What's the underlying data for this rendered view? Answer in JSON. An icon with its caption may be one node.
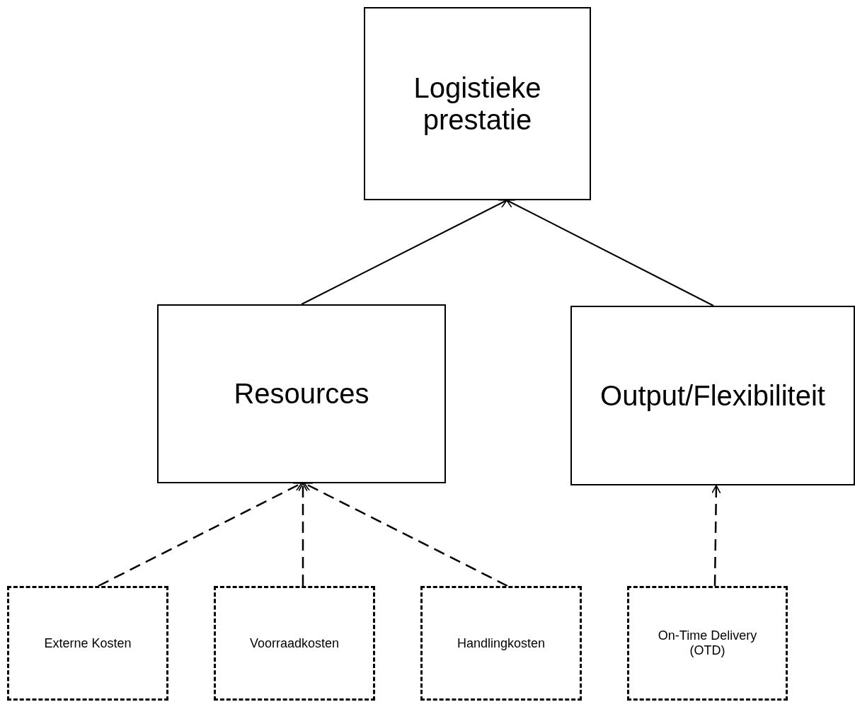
{
  "diagram": {
    "nodes": [
      {
        "text": [
          "Logistieke prestatie"
        ]
      },
      {
        "text": [
          "Resources"
        ]
      },
      {
        "text": [
          "Output/Flexibiliteit"
        ]
      },
      {
        "text": [
          "Externe Kosten"
        ]
      },
      {
        "text": [
          "Voorraadkosten"
        ]
      },
      {
        "text": [
          "Handlingkosten"
        ]
      },
      {
        "text": [
          "On-Time Delivery (OTD)"
        ]
      }
    ],
    "edges": [
      {
        "from": 1,
        "to": 0,
        "arrow": "to"
      },
      {
        "from": 2,
        "to": 0,
        "arrow": "to"
      },
      {
        "from": 3,
        "to": 1,
        "arrow": "to",
        "style": "dashed"
      },
      {
        "from": 4,
        "to": 1,
        "arrow": "to",
        "style": "dashed"
      },
      {
        "from": 5,
        "to": 1,
        "arrow": "to",
        "style": "dashed"
      },
      {
        "from": 6,
        "to": 2,
        "arrow": "to",
        "style": "dashed"
      }
    ]
  }
}
